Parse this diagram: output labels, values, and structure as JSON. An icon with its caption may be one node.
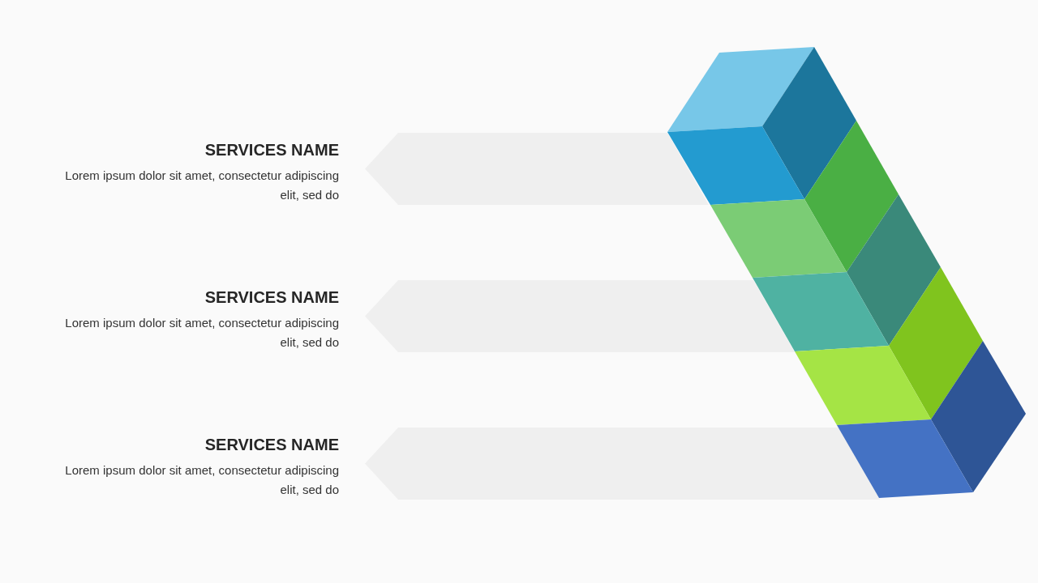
{
  "diagram": {
    "nodes": [
      {
        "text": [
          "SERVICES NAME",
          "Lorem ipsum dolor sit amet, consectetur adipiscing elit, sed do"
        ]
      },
      {
        "text": [
          "SERVICES NAME",
          "Lorem ipsum dolor sit amet, consectetur adipiscing elit, sed do"
        ]
      },
      {
        "text": [
          "SERVICES NAME",
          "Lorem ipsum dolor sit amet, consectetur adipiscing elit, sed do"
        ]
      }
    ]
  }
}
